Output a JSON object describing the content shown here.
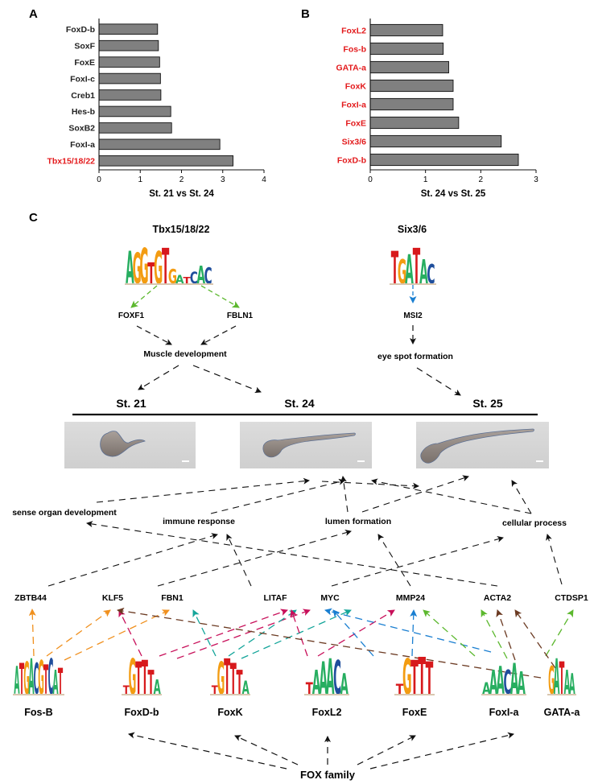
{
  "panel_letters": {
    "a": "A",
    "b": "B",
    "c": "C"
  },
  "chart_data": [
    {
      "type": "bar",
      "orientation": "horizontal",
      "xlabel": "St. 21 vs St. 24",
      "xlim": [
        0,
        4
      ],
      "ticks": [
        0,
        1,
        2,
        3,
        4
      ],
      "categories": [
        "FoxD-b",
        "SoxF",
        "FoxE",
        "FoxI-c",
        "Creb1",
        "Hes-b",
        "SoxB2",
        "FoxI-a",
        "Tbx15/18/22"
      ],
      "values": [
        1.42,
        1.44,
        1.47,
        1.49,
        1.5,
        1.74,
        1.76,
        2.93,
        3.25
      ],
      "highlight": [
        "Tbx15/18/22"
      ],
      "colors": {
        "bar": "#808080",
        "highlight_label": "#e31a1c",
        "label": "#222222"
      }
    },
    {
      "type": "bar",
      "orientation": "horizontal",
      "xlabel": "St. 24 vs St. 25",
      "xlim": [
        0,
        3
      ],
      "ticks": [
        0,
        1,
        2,
        3
      ],
      "categories": [
        "FoxL2",
        "Fos-b",
        "GATA-a",
        "FoxK",
        "FoxI-a",
        "FoxE",
        "Six3/6",
        "FoxD-b"
      ],
      "values": [
        1.31,
        1.32,
        1.42,
        1.5,
        1.5,
        1.6,
        2.37,
        2.68
      ],
      "highlight": [
        "FoxL2",
        "Fos-b",
        "GATA-a",
        "FoxK",
        "FoxI-a",
        "FoxE",
        "Six3/6",
        "FoxD-b"
      ],
      "colors": {
        "bar": "#808080",
        "highlight_label": "#e31a1c",
        "label": "#222222"
      }
    }
  ],
  "panel_c": {
    "motif_titles": {
      "tbx": "Tbx15/18/22",
      "six": "Six3/6"
    },
    "motif_letters": {
      "tbx": "AGGTGTGATCAC",
      "six": "TGATAC"
    },
    "tbx_targets": {
      "left": "FOXF1",
      "right": "FBLN1"
    },
    "six_target": "MSI2",
    "processes_top": {
      "muscle": "Muscle development",
      "eye": "eye spot formation"
    },
    "stages": [
      "St. 21",
      "St. 24",
      "St. 25"
    ],
    "functions": {
      "sense": "sense organ development",
      "immune": "immune response",
      "lumen": "lumen formation",
      "cellular": "cellular process"
    },
    "genes": [
      "ZBTB44",
      "KLF5",
      "FBN1",
      "LITAF",
      "MYC",
      "MMP24",
      "ACTA2",
      "CTDSP1"
    ],
    "factors": [
      "Fos-B",
      "FoxD-b",
      "FoxK",
      "FoxL2",
      "FoxE",
      "FoxI-a",
      "GATA-a"
    ],
    "factor_motifs": [
      "ATGACGTCAT",
      "TGTTTA",
      "TGTTTA",
      "TAAACA",
      "TGTTT",
      "AAACAA",
      "GATAA"
    ],
    "family": "FOX family",
    "colors": {
      "green": "#5cb82e",
      "blue": "#1a7fd1",
      "orange": "#f0901e",
      "magenta": "#c8105a",
      "teal": "#14a59a",
      "brown": "#6b3a22",
      "motif_blue": "#1f4e9c",
      "motif_red": "#d7191c",
      "motif_orange": "#f39c12",
      "motif_green": "#27ae60"
    }
  }
}
